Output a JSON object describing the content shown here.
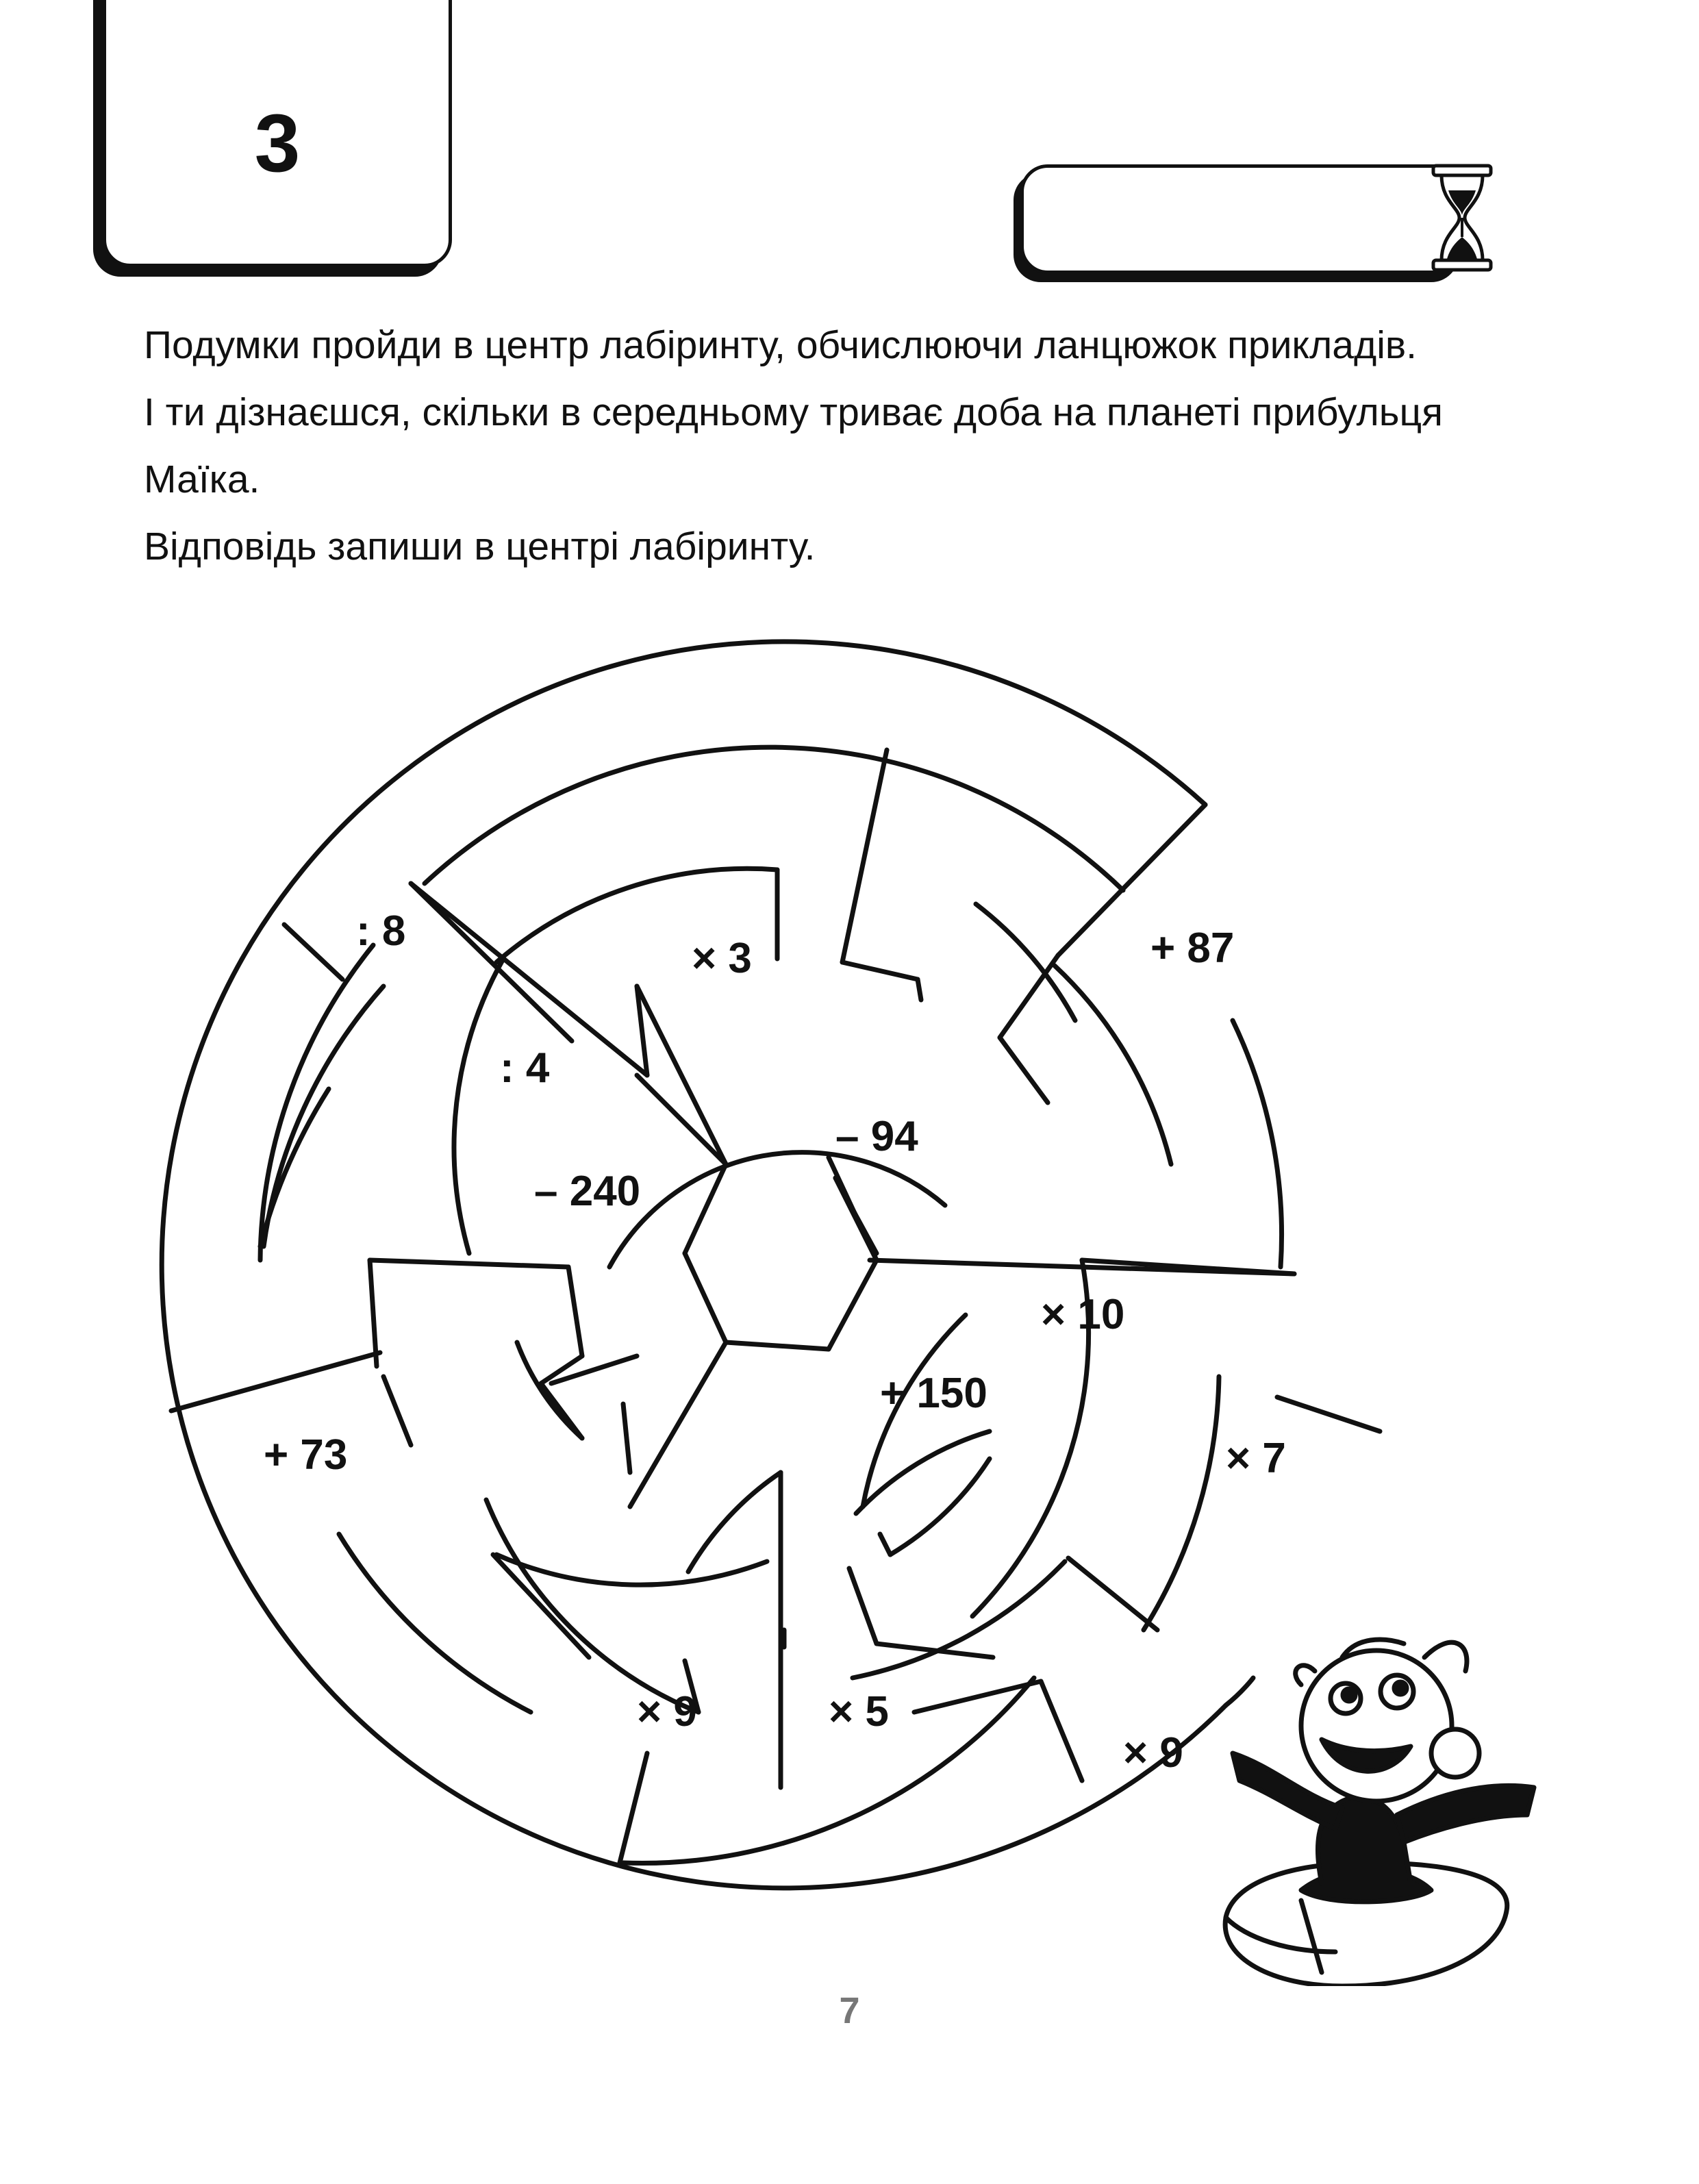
{
  "task": {
    "number": "3"
  },
  "instructions": [
    "Подумки пройди в центр лабіринту, обчислюючи ланцюжок прикладів.",
    "І ти дізнаєшся, скільки в середньому триває доба на планеті прибульця Маїка.",
    "Відповідь запиши в центрі лабіринту."
  ],
  "maze": {
    "operations": [
      ": 8",
      "× 3",
      "+ 87",
      ": 4",
      "– 94",
      "– 240",
      "× 10",
      "+ 150",
      "× 7",
      "+ 73",
      "× 9",
      "× 5",
      "× 9"
    ],
    "answer": ""
  },
  "page": {
    "number": "7"
  }
}
